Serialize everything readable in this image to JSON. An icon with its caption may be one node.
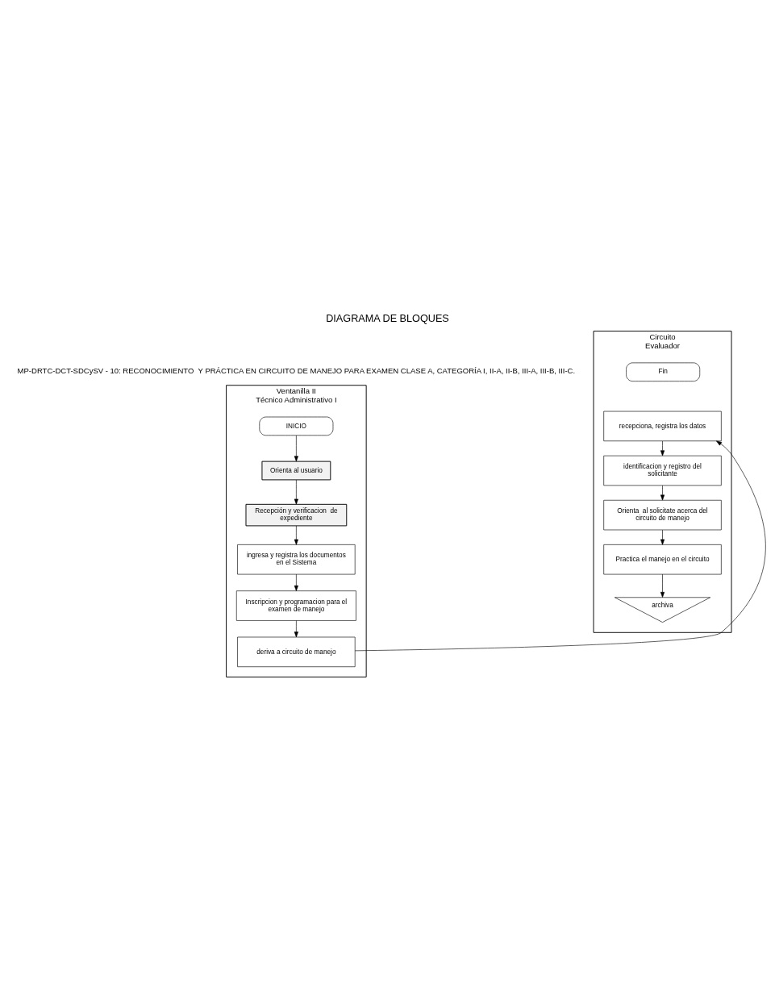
{
  "diagram": {
    "title": "DIAGRAMA DE BLOQUES",
    "nodes": [
      {
        "text": [
          "Ventanilla II",
          "Técnico Administrativo I"
        ]
      },
      {
        "text": [
          "Circuito",
          "Evaluador"
        ]
      },
      {
        "text": [
          "INICIO"
        ],
        "in": 0
      },
      {
        "text": [
          "Orienta al usuario"
        ],
        "in": 0
      },
      {
        "text": [
          "Recepción y verificacion  de expediente"
        ],
        "in": 0
      },
      {
        "text": [
          "ingresa y registra los documentos en el Sistema"
        ],
        "in": 0
      },
      {
        "text": [
          "Inscripcion y programacion para el examen de manejo"
        ],
        "in": 0
      },
      {
        "text": [
          "deriva a circuito de manejo"
        ],
        "in": 0
      },
      {
        "text": [
          "recepciona, registra los datos"
        ],
        "in": 1
      },
      {
        "text": [
          "identificacion y registro del solicitante"
        ],
        "in": 1
      },
      {
        "text": [
          "Orienta  al solicitate acerca del circuito de manejo"
        ],
        "in": 1
      },
      {
        "text": [
          "Practica el manejo en el circuito"
        ],
        "in": 1
      },
      {
        "text": [
          "archiva"
        ],
        "in": 1
      },
      {
        "text": [
          "Fin"
        ],
        "in": 1
      }
    ],
    "edges": [
      {
        "from": 2,
        "to": 3,
        "arrow": "to"
      },
      {
        "from": 3,
        "to": 4,
        "arrow": "to"
      },
      {
        "from": 4,
        "to": 5,
        "arrow": "to"
      },
      {
        "from": 5,
        "to": 6,
        "arrow": "to"
      },
      {
        "from": 6,
        "to": 7,
        "arrow": "to"
      },
      {
        "from": 7,
        "to": 8,
        "arrow": "to"
      },
      {
        "from": 8,
        "to": 9,
        "arrow": "to"
      },
      {
        "from": 9,
        "to": 10,
        "arrow": "to"
      },
      {
        "from": 10,
        "to": 11,
        "arrow": "to"
      },
      {
        "from": 11,
        "to": 12,
        "arrow": "to"
      }
    ],
    "labels": [
      "MP-DRTC-DCT-SDCySV - 10: RECONOCIMIENTO  Y PRÁCTICA EN CIRCUITO DE MANEJO PARA EXAMEN CLASE A, CATEGORÍA I, II-A, II-B, III-A, III-B, III-C."
    ]
  }
}
